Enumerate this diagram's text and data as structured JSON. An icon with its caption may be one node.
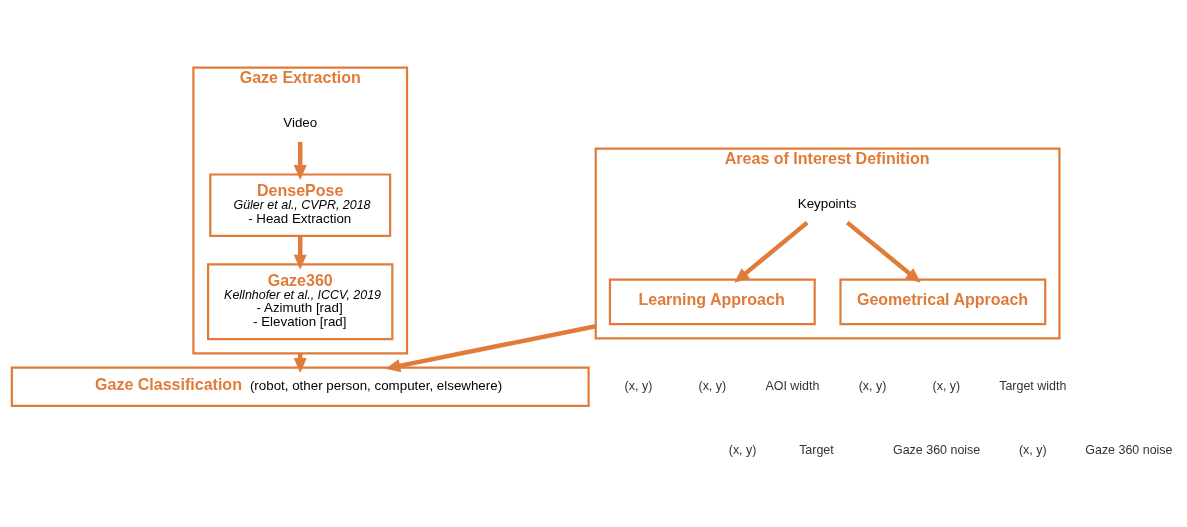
{
  "diagram": {
    "nodes": [
      {
        "text": [
          "Gaze Extraction"
        ]
      },
      {
        "text": [
          "Video"
        ],
        "in": 0
      },
      {
        "text": [
          "DensePose",
          "Güler et al., CVPR, 2018",
          "- Head Extraction"
        ],
        "in": 0
      },
      {
        "text": [
          "Gaze360",
          "Kellnhofer et al., ICCV, 2019",
          "- Azimuth [rad]",
          "- Elevation [rad]"
        ],
        "in": 0
      },
      {
        "text": [
          "Areas of Interest Definition"
        ]
      },
      {
        "text": [
          "Keypoints"
        ],
        "in": 4
      },
      {
        "text": [
          "Geometrical Approach"
        ],
        "in": 4
      },
      {
        "text": [
          "Learning Approach"
        ],
        "in": 4
      },
      {
        "text": [
          "Gaze Classification",
          "(robot, other person, computer, elsewhere)"
        ]
      }
    ],
    "edges": [
      {
        "from": 1,
        "to": 2,
        "arrow": "to"
      },
      {
        "from": 2,
        "to": 3,
        "arrow": "to"
      },
      {
        "from": 5,
        "to": 6,
        "arrow": "to"
      },
      {
        "from": 5,
        "to": 7,
        "arrow": "to"
      },
      {
        "from": 0,
        "to": 8,
        "arrow": "to"
      },
      {
        "from": 4,
        "to": 8,
        "arrow": "to"
      }
    ],
    "labels": [
      "Target width",
      "(x, y)",
      "(x, y)",
      "(x, y)",
      "Gaze 360 noise",
      "Gaze 360 noise",
      "AOI width",
      "(x, y)",
      "(x, y)",
      "(x, y)",
      "Target"
    ]
  }
}
